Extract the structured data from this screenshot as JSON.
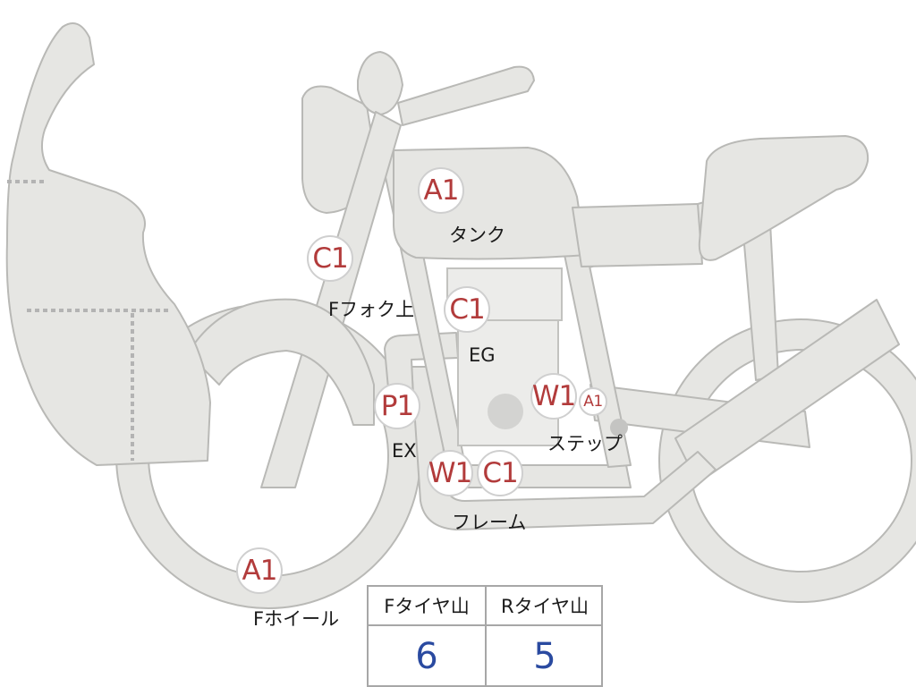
{
  "colors": {
    "body_fill": "#e6e6e3",
    "outline": "#b9b9b6",
    "badge_text": "#b23b3b",
    "value_text": "#2a4aa0"
  },
  "badges": {
    "tank": "A1",
    "fork_upper": "C1",
    "engine": "C1",
    "exhaust": "P1",
    "step_w": "W1",
    "step_a": "A1",
    "frame_w": "W1",
    "frame_c": "C1",
    "front_wheel": "A1"
  },
  "labels": {
    "tank": "タンク",
    "fork_upper": "Fフォク上",
    "engine": "EG",
    "exhaust": "EX",
    "step": "ステップ",
    "frame": "フレーム",
    "front_wheel": "Fホイール"
  },
  "tread_table": {
    "headers": [
      "Fタイヤ山",
      "Rタイヤ山"
    ],
    "values": [
      "6",
      "5"
    ]
  }
}
